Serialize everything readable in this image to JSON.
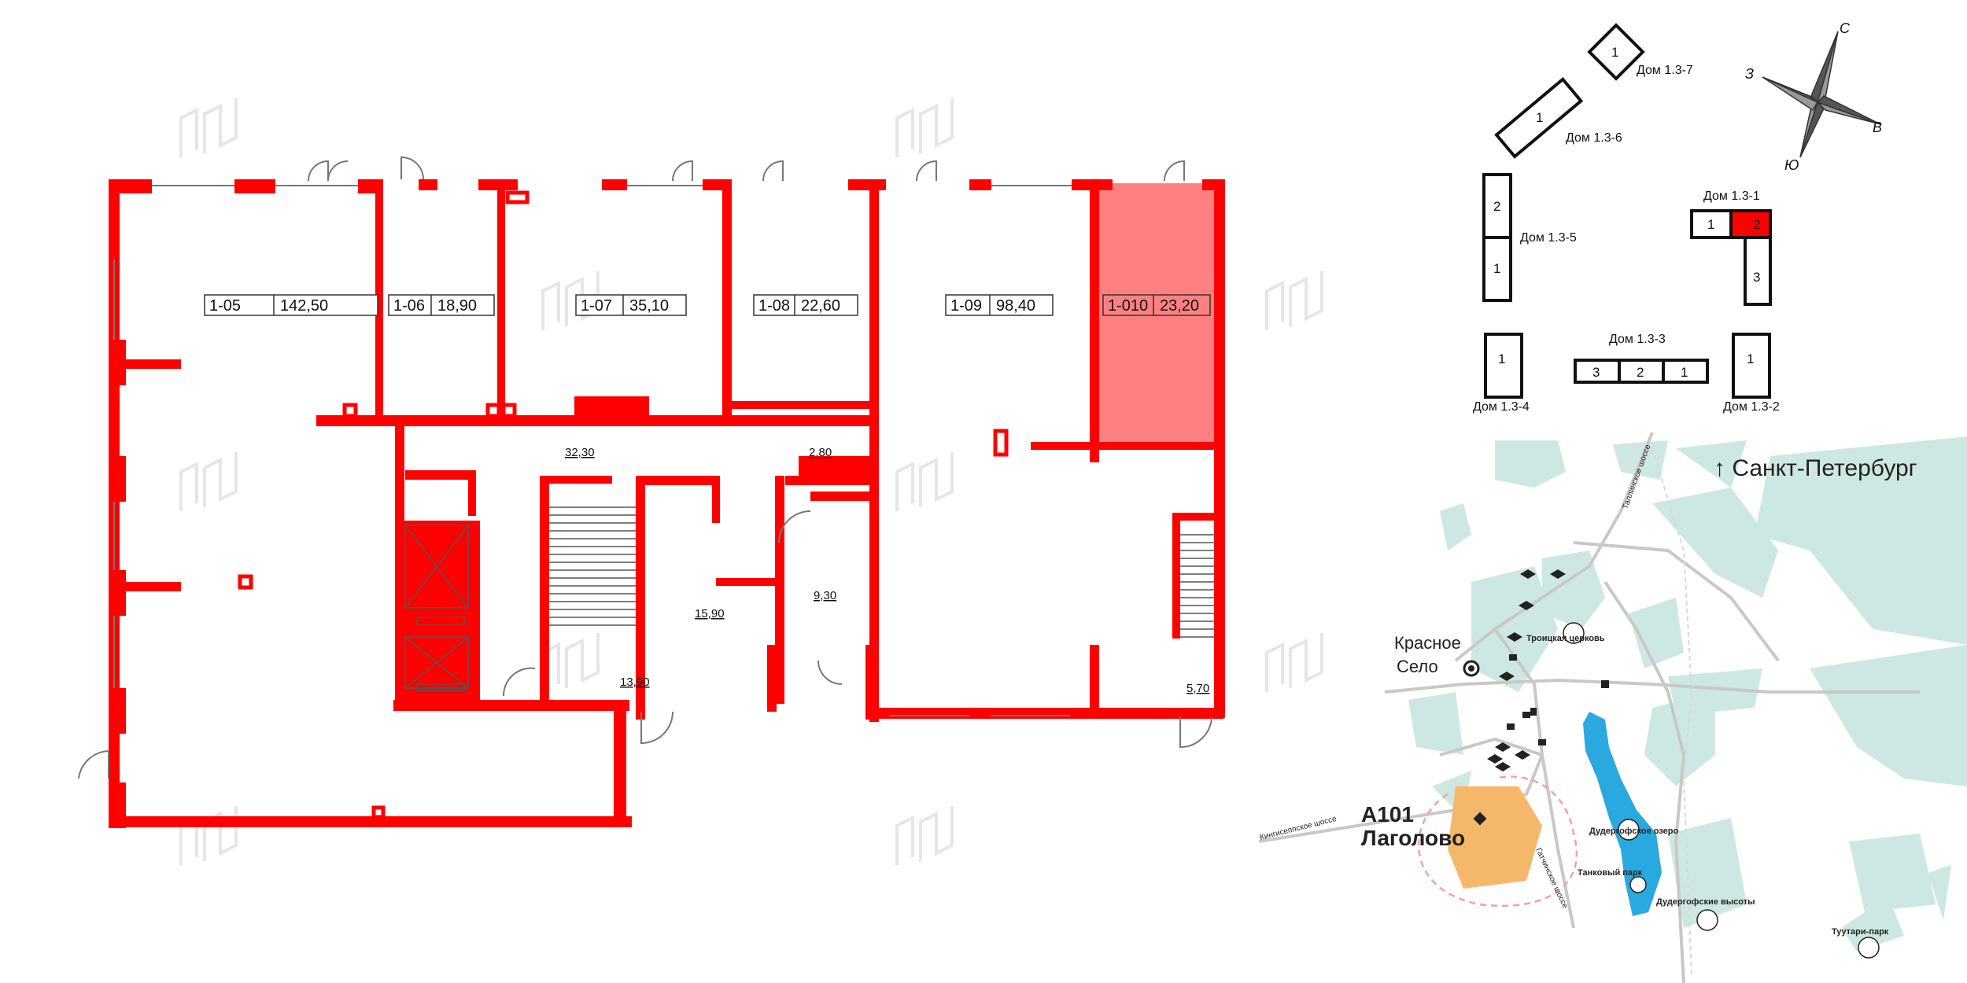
{
  "colors": {
    "wall": "#ff0000",
    "selected_fill": "#ff8080",
    "lake": "#2aa8e0",
    "green": "#cde8e2",
    "site": "#f5b86b",
    "road": "#c8c8c8"
  },
  "rooms": [
    {
      "id": "1-05",
      "area": "142,50"
    },
    {
      "id": "1-06",
      "area": "18,90"
    },
    {
      "id": "1-07",
      "area": "35,10"
    },
    {
      "id": "1-08",
      "area": "22,60"
    },
    {
      "id": "1-09",
      "area": "98,40"
    },
    {
      "id": "1-010",
      "area": "23,20",
      "selected": true
    }
  ],
  "service_areas": [
    "32,30",
    "2,80",
    "9,30",
    "15,90",
    "13,90",
    "5,70"
  ],
  "houses": {
    "h137": {
      "label": "Дом 1.3-7",
      "sections": [
        "1"
      ]
    },
    "h136": {
      "label": "Дом 1.3-6",
      "sections": [
        "1"
      ]
    },
    "h135": {
      "label": "Дом 1.3-5",
      "sections": [
        "2",
        "1"
      ]
    },
    "h131": {
      "label": "Дом 1.3-1",
      "sections": [
        "1",
        "2",
        "3"
      ]
    },
    "h134": {
      "label": "Дом 1.3-4",
      "sections": [
        "1"
      ]
    },
    "h133": {
      "label": "Дом 1.3-3",
      "sections": [
        "3",
        "2",
        "1"
      ]
    },
    "h132": {
      "label": "Дом 1.3-2",
      "sections": [
        "1"
      ]
    }
  },
  "compass": {
    "n": "С",
    "e": "В",
    "s": "Ю",
    "w": "З"
  },
  "map": {
    "direction": "↑ Санкт-Петербург",
    "town": [
      "Красное",
      "Село"
    ],
    "project": [
      "А101",
      "Лаголово"
    ],
    "poi": {
      "church": "Троицкая церковь",
      "lake": "Дудергофское озеро",
      "tank_park": "Танковый парк",
      "heights": "Дудергофские высоты",
      "tuutari": "Туутари-парк"
    },
    "roads": {
      "tallinn": "Таллинское шоссе",
      "kingisepp": "Кингисеппское шоссе",
      "gatchina": "Гатчинское шоссе"
    }
  }
}
